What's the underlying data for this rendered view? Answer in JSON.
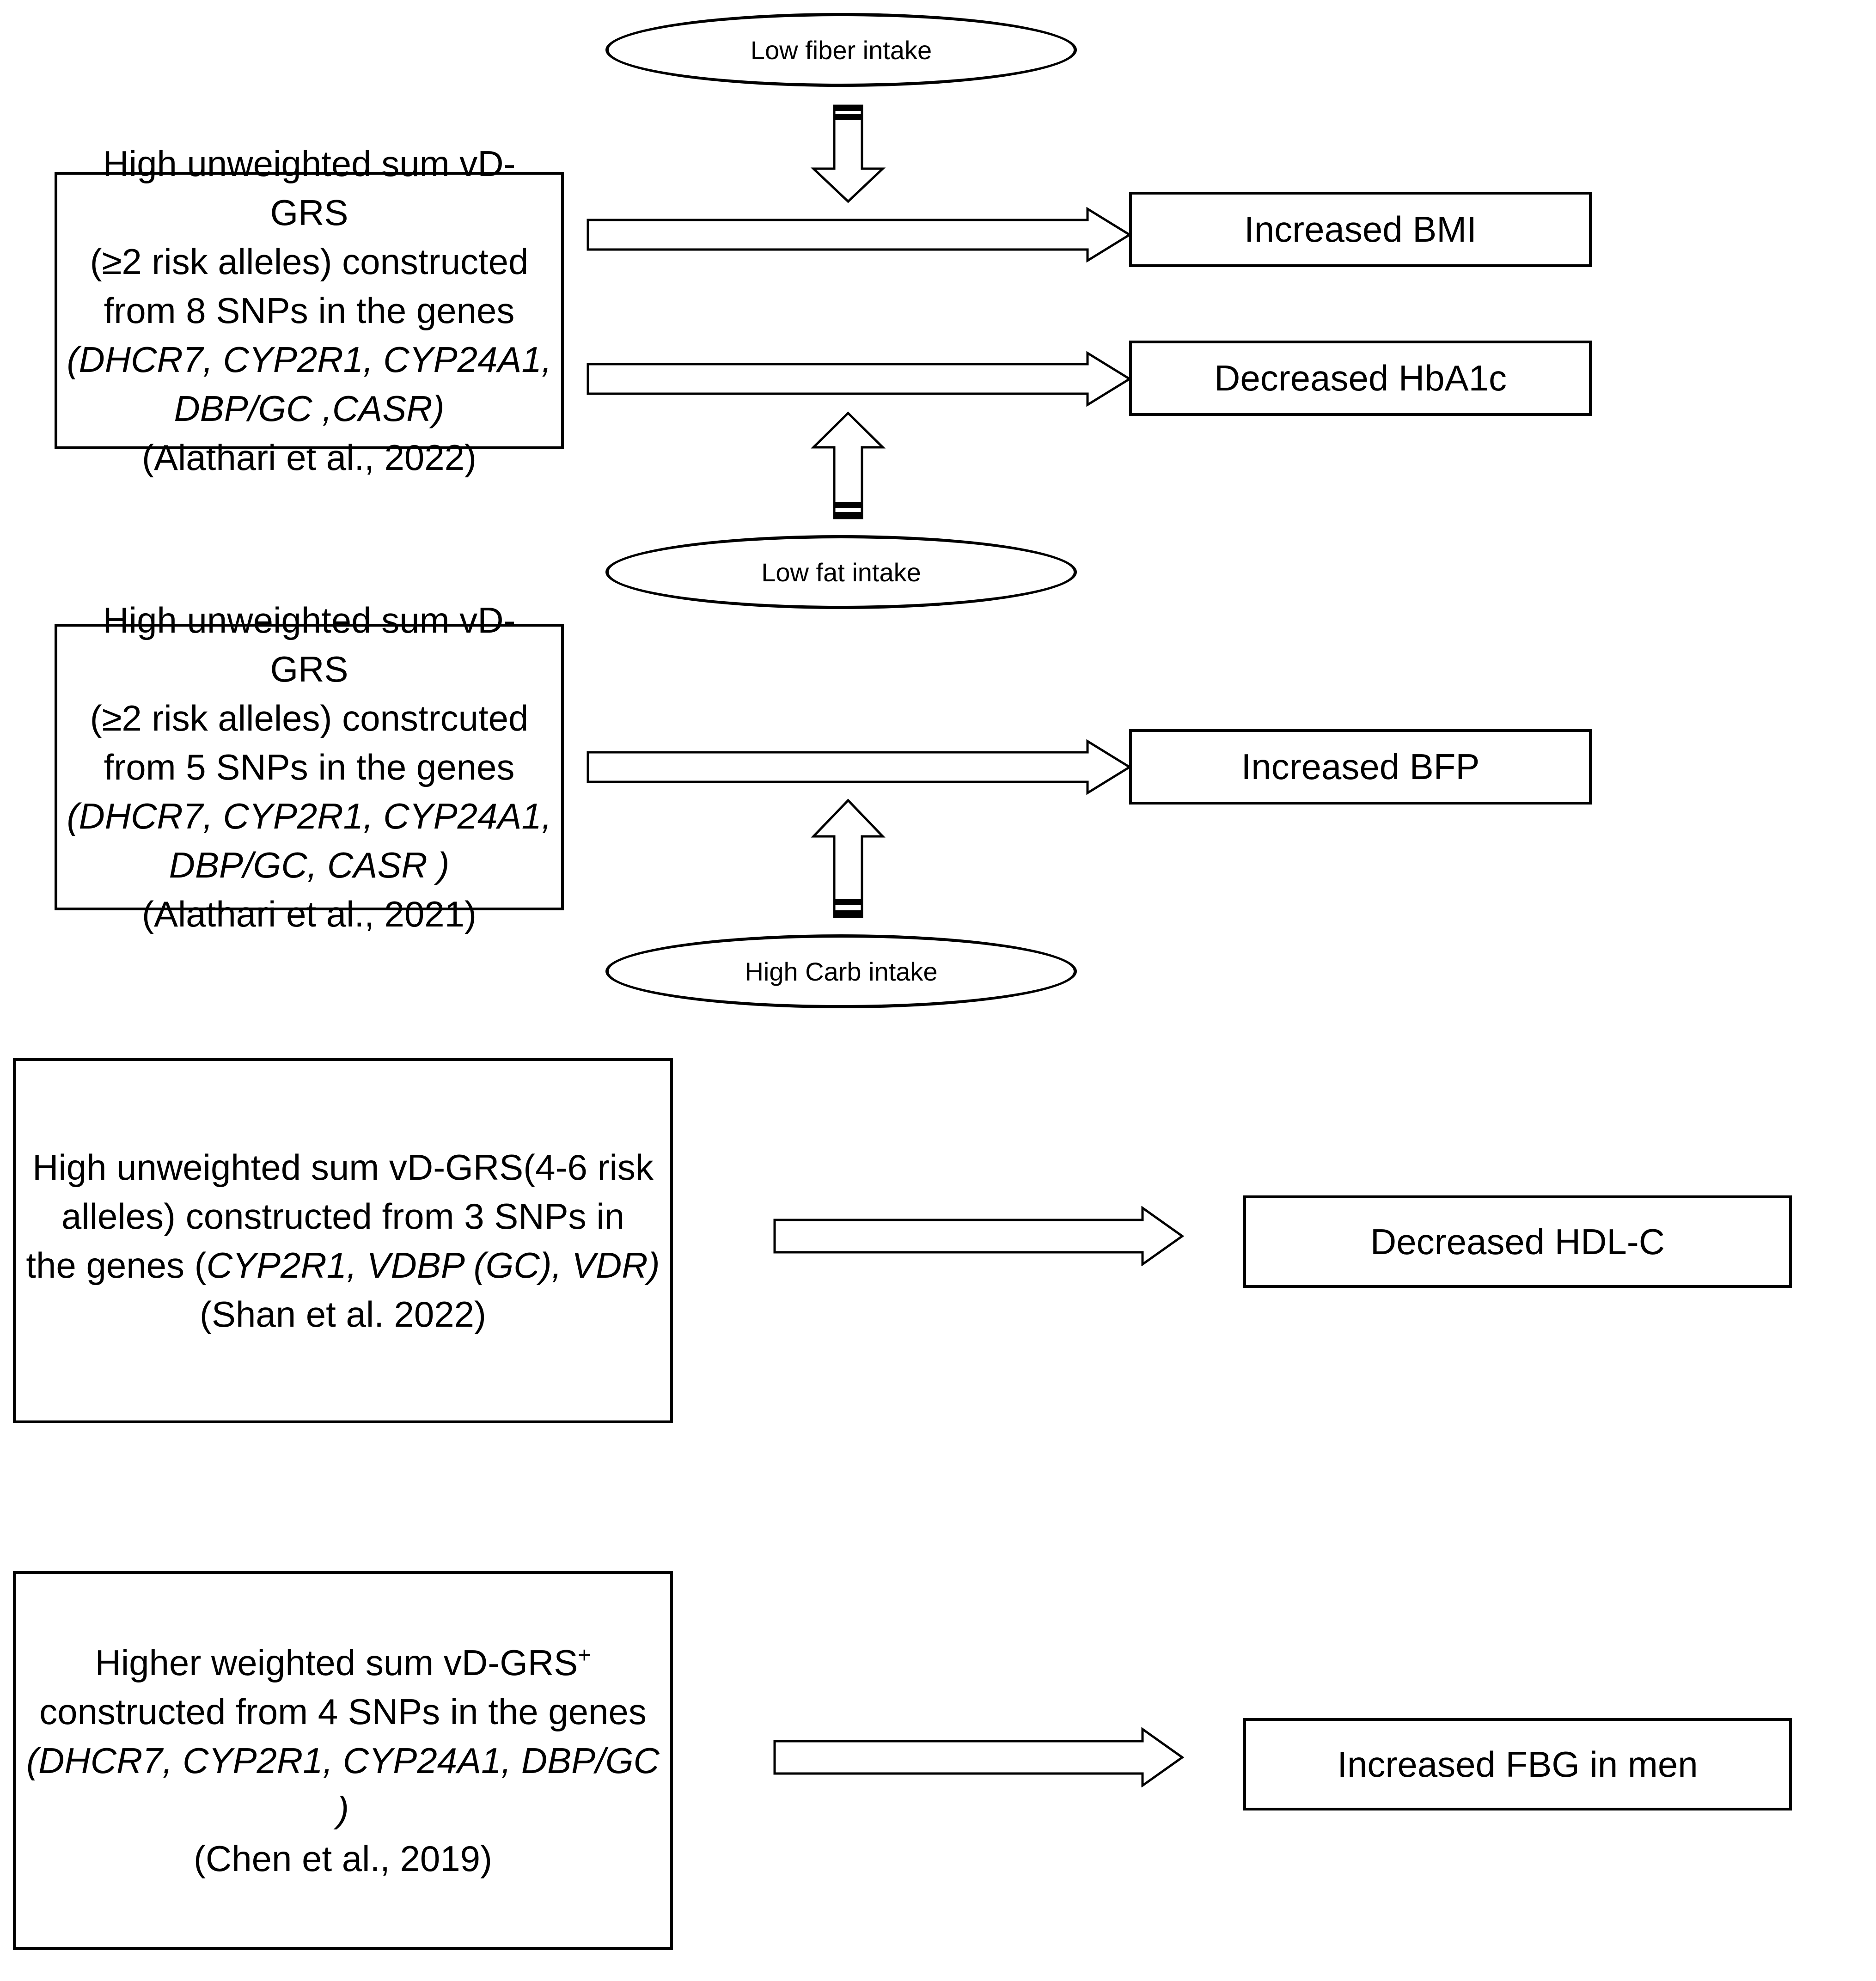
{
  "figure": {
    "kind": "flow-diagram",
    "background_color": "#ffffff",
    "line_color": "#000000"
  },
  "exposures": [
    {
      "id": "grs-8snp",
      "line1": "High unweighted sum vD-GRS",
      "line2": "(≥2 risk alleles) constructed",
      "line3": "from 8 SNPs in the genes",
      "genes_line1": "(DHCR7, CYP2R1, CYP24A1,",
      "genes_line2": "DBP/GC ,CASR)",
      "citation": "(Alathari et al., 2022)"
    },
    {
      "id": "grs-5snp",
      "line1": "High unweighted sum vD-GRS",
      "line2": "(≥2 risk alleles) constrcuted",
      "line3": "from 5 SNPs in the genes",
      "genes_line1": "(DHCR7, CYP2R1, CYP24A1,",
      "genes_line2": "DBP/GC, CASR )",
      "citation": "(Alathari et al., 2021)"
    },
    {
      "id": "grs-3snp",
      "line1": "High unweighted sum  vD-GRS(4-6 risk",
      "line2": "alleles)  constructed from 3 SNPs in",
      "line3_prefix": "the genes (",
      "genes_line1": "CYP2R1, VDBP (GC), VDR)",
      "citation": "(Shan et al. 2022)"
    },
    {
      "id": "grs-4snp",
      "line1_prefix": "Higher weighted sum vD-GRS",
      "line1_sup": "+",
      "line2": "constructed from 4 SNPs in the genes",
      "genes_line1": "(DHCR7, CYP2R1, CYP24A1, DBP/GC )",
      "citation": "(Chen et al., 2019)"
    }
  ],
  "diet_factors": [
    {
      "id": "low-fiber",
      "label": "Low fiber intake"
    },
    {
      "id": "low-fat",
      "label": "Low fat intake"
    },
    {
      "id": "high-carb",
      "label": "High Carb intake"
    }
  ],
  "outcomes": [
    {
      "id": "bmi",
      "label": "Increased BMI"
    },
    {
      "id": "hba1c",
      "label": "Decreased HbA1c"
    },
    {
      "id": "bfp",
      "label": "Increased BFP"
    },
    {
      "id": "hdlc",
      "label": "Decreased HDL-C"
    },
    {
      "id": "fbg",
      "label": "Increased FBG in men"
    }
  ],
  "connections": [
    {
      "from": "grs-8snp",
      "to": "bmi",
      "direction": "right"
    },
    {
      "from": "grs-8snp",
      "to": "hba1c",
      "direction": "right"
    },
    {
      "from": "grs-5snp",
      "to": "bfp",
      "direction": "right"
    },
    {
      "from": "grs-3snp",
      "to": "hdlc",
      "direction": "right"
    },
    {
      "from": "grs-4snp",
      "to": "fbg",
      "direction": "right"
    },
    {
      "from": "low-fiber",
      "to": "bmi-arrow",
      "direction": "down"
    },
    {
      "from": "low-fat",
      "to": "hba1c-arrow",
      "direction": "up"
    },
    {
      "from": "high-carb",
      "to": "bfp-arrow",
      "direction": "up"
    }
  ]
}
